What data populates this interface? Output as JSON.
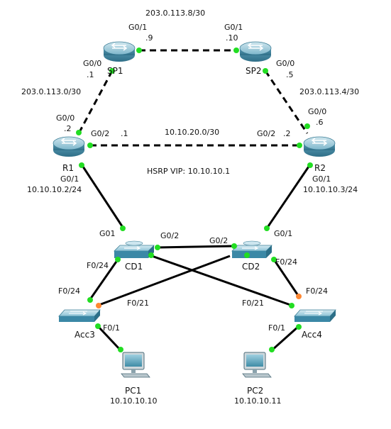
{
  "devices": {
    "sp1": {
      "name": "SP1"
    },
    "sp2": {
      "name": "SP2"
    },
    "r1": {
      "name": "R1"
    },
    "r2": {
      "name": "R2"
    },
    "cd1": {
      "name": "CD1"
    },
    "cd2": {
      "name": "CD2"
    },
    "acc3": {
      "name": "Acc3"
    },
    "acc4": {
      "name": "Acc4"
    },
    "pc1": {
      "name": "PC1",
      "ip": "10.10.10.10"
    },
    "pc2": {
      "name": "PC2",
      "ip": "10.10.10.11"
    }
  },
  "networks": {
    "sp_link": "203.0.113.8/30",
    "sp1_r1": "203.0.113.0/30",
    "sp2_r2": "203.0.113.4/30",
    "r1_r2": "10.10.20.0/30"
  },
  "hsrp": "HSRP VIP: 10.10.10.1",
  "interfaces": {
    "sp1_g01": "G0/1",
    "sp1_g01_ip": ".9",
    "sp2_g01": "G0/1",
    "sp2_g01_ip": ".10",
    "sp1_g00": "G0/0",
    "sp1_g00_ip": ".1",
    "sp2_g00": "G0/0",
    "sp2_g00_ip": ".5",
    "r1_g00": "G0/0",
    "r1_g00_ip": ".2",
    "r2_g00": "G0/0",
    "r2_g00_ip": ".6",
    "r1_g02": "G0/2",
    "r1_g02_ip": ".1",
    "r2_g02": "G0/2",
    "r2_g02_ip": ".2",
    "r1_g01": "G0/1",
    "r1_g01_ip": "10.10.10.2/24",
    "r2_g01": "G0/1",
    "r2_g01_ip": "10.10.10.3/24",
    "cd1_g01": "G01",
    "cd1_g02": "G0/2",
    "cd2_g02": "G0/2",
    "cd2_g01": "G0/1",
    "cd1_f024": "F0/24",
    "cd2_f024": "F0/24",
    "acc3_f024": "F0/24",
    "acc3_f021": "F0/21",
    "acc4_f021": "F0/21",
    "acc4_f024": "F0/24",
    "acc3_f01": "F0/1",
    "acc4_f01": "F0/1"
  },
  "colors": {
    "link": "#000000",
    "port_up": "#22dd22",
    "port_blocked": "#ff8833",
    "router": "#4a9bb8",
    "switch": "#4aa3c0"
  },
  "icons": {
    "router": "router-icon",
    "switch": "multilayer-switch-icon",
    "access_switch": "access-switch-icon",
    "pc": "pc-icon"
  }
}
